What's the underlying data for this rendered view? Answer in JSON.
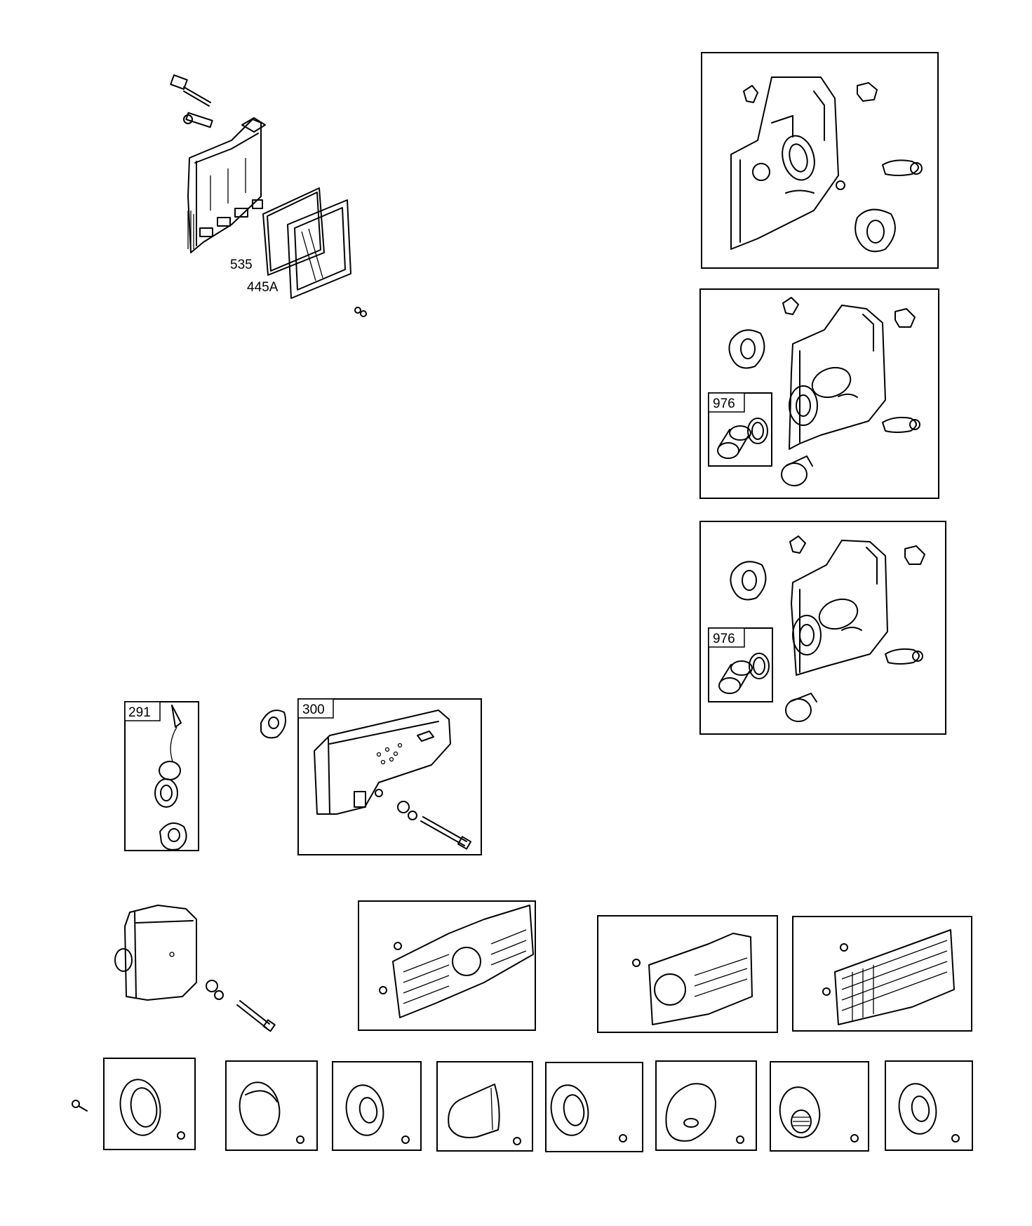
{
  "callouts": {
    "filter_element": "535",
    "filter_frame": "445A",
    "carb_kit_a": "976",
    "carb_kit_b": "976",
    "gasket_kit": "291",
    "muffler_kit": "300"
  }
}
